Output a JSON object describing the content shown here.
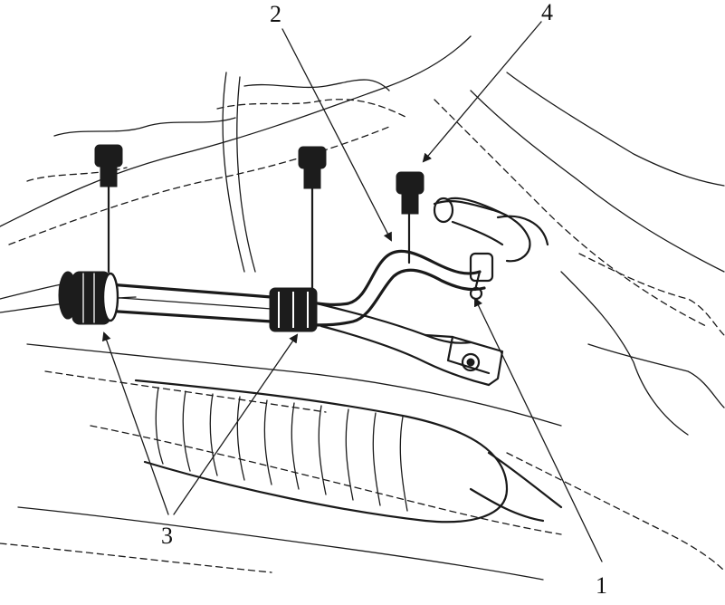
{
  "callouts": {
    "label_1": "1",
    "label_2": "2",
    "label_3": "3",
    "label_4": "4"
  },
  "colors": {
    "ink": "#1a1a1a",
    "paper": "#ffffff"
  }
}
